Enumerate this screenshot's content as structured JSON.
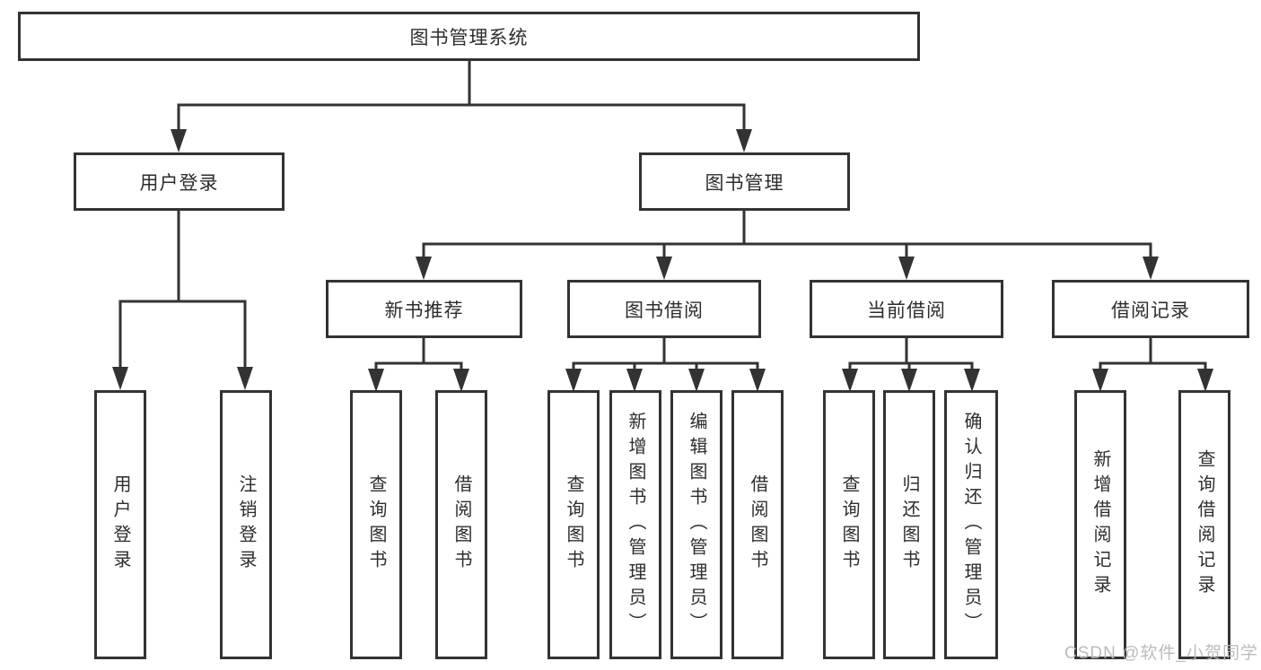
{
  "tree": {
    "root": "图书管理系统",
    "level2": [
      "用户登录",
      "图书管理"
    ],
    "level3": [
      "新书推荐",
      "图书借阅",
      "当前借阅",
      "借阅记录"
    ],
    "leaves": {
      "user_login": [
        "用户登录",
        "注销登录"
      ],
      "new_book": [
        "查询图书",
        "借阅图书"
      ],
      "book_borrow": [
        "查询图书",
        "新增图书（管理员）",
        "编辑图书（管理员）",
        "借阅图书"
      ],
      "current_borrow": [
        "查询图书",
        "归还图书",
        "确认归还（管理员）"
      ],
      "records": [
        "新增借阅记录",
        "查询借阅记录"
      ]
    }
  },
  "watermark": "CSDN @软件_小贺同学",
  "colors": {
    "line": "#333333",
    "box_border": "#333333",
    "text": "#2d2d2d",
    "watermark": "#b8b8b8",
    "background": "#ffffff"
  }
}
